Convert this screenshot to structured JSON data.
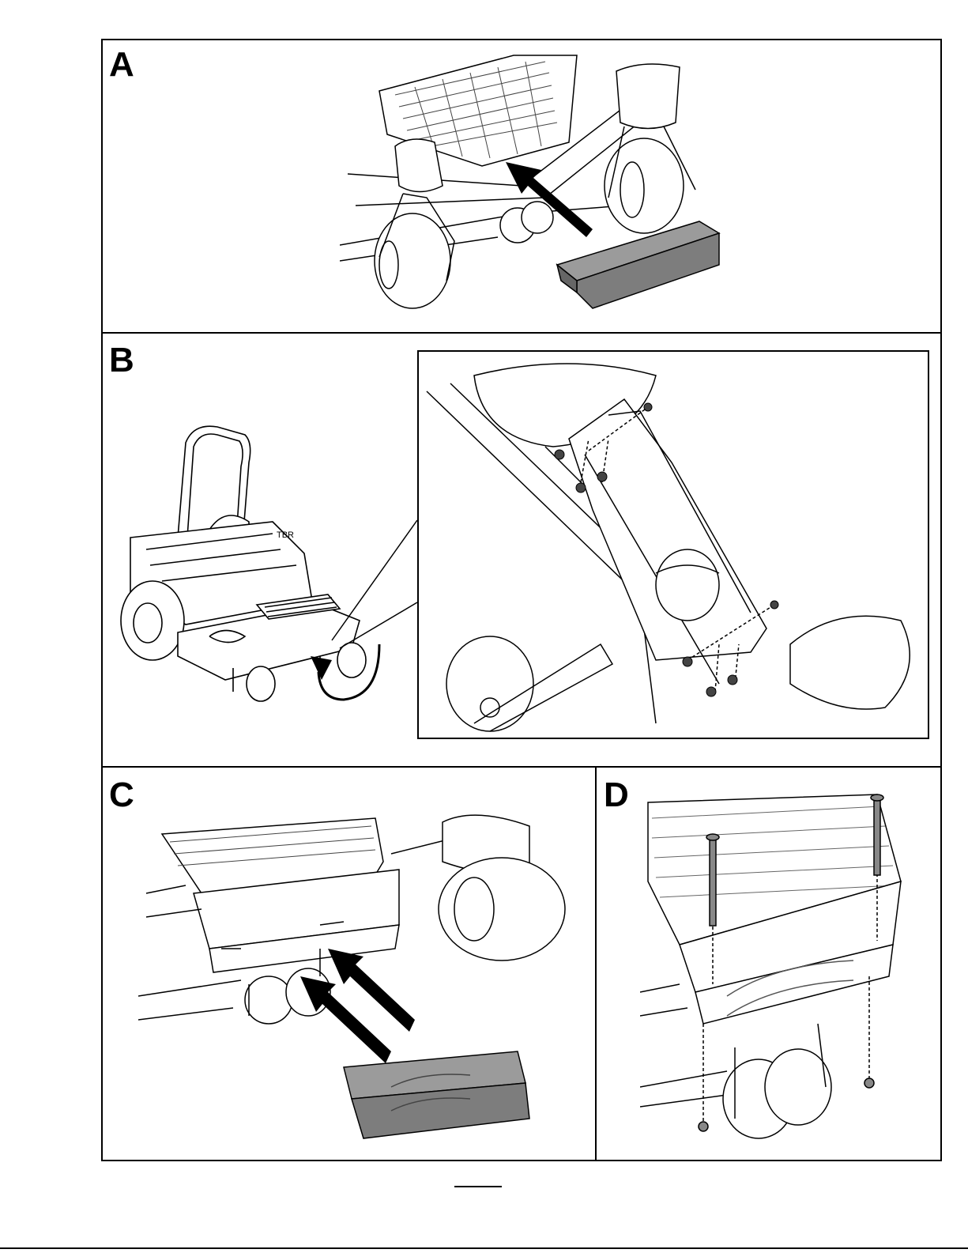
{
  "panels": [
    {
      "letter": "A"
    },
    {
      "letter": "B"
    },
    {
      "letter": "C"
    },
    {
      "letter": "D"
    }
  ]
}
